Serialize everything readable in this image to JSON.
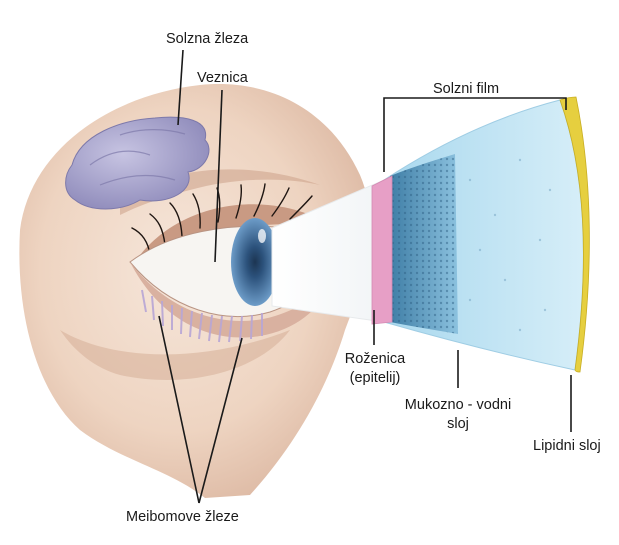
{
  "labels": {
    "lacrimal_gland": "Solzna žleza",
    "conjunctiva": "Veznica",
    "tear_film": "Solzni film",
    "cornea_line1": "Roženica",
    "cornea_line2": "(epitelij)",
    "mucoaqueous_line1": "Mukozno - vodni",
    "mucoaqueous_line2": "sloj",
    "lipid_layer": "Lipidni sloj",
    "meibomian_glands": "Meibomove žleze"
  },
  "colors": {
    "skin": "#efd7c5",
    "skin_shadow": "#c9a08a",
    "gland": "#a9a6cc",
    "iris": "#4c78a8",
    "cornea_pink": "#e59bc4",
    "epithelium_blue": "#5d93b5",
    "aqueous": "#bfe2f2",
    "lipid": "#e8d44d"
  }
}
